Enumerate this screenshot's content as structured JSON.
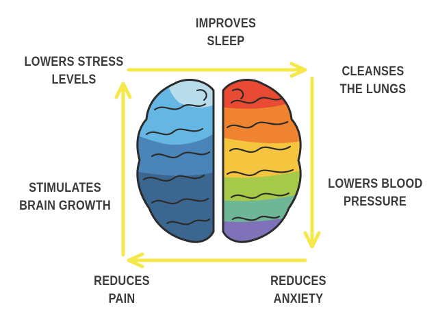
{
  "colors": {
    "arrow": "#f4e84a",
    "text": "#3a3a3a",
    "outline": "#2b2b2b",
    "left_hemisphere": [
      "#b8dcea",
      "#66b6e4",
      "#4a84b8",
      "#3a6690"
    ],
    "right_hemisphere": [
      "#e84a33",
      "#f0832f",
      "#f6c53f",
      "#a7c94a",
      "#6fb597",
      "#7f72b8"
    ]
  },
  "labels": {
    "top": {
      "line1": "IMPROVES",
      "line2": "SLEEP"
    },
    "top_left": {
      "line1": "LOWERS STRESS",
      "line2": "LEVELS"
    },
    "top_right": {
      "line1": "CLEANSES",
      "line2": "THE LUNGS"
    },
    "mid_left": {
      "line1": "STIMULATES",
      "line2": "BRAIN GROWTH"
    },
    "mid_right": {
      "line1": "LOWERS BLOOD",
      "line2": "PRESSURE"
    },
    "bottom_left": {
      "line1": "REDUCES",
      "line2": "PAIN"
    },
    "bottom_right": {
      "line1": "REDUCES",
      "line2": "ANXIETY"
    }
  }
}
